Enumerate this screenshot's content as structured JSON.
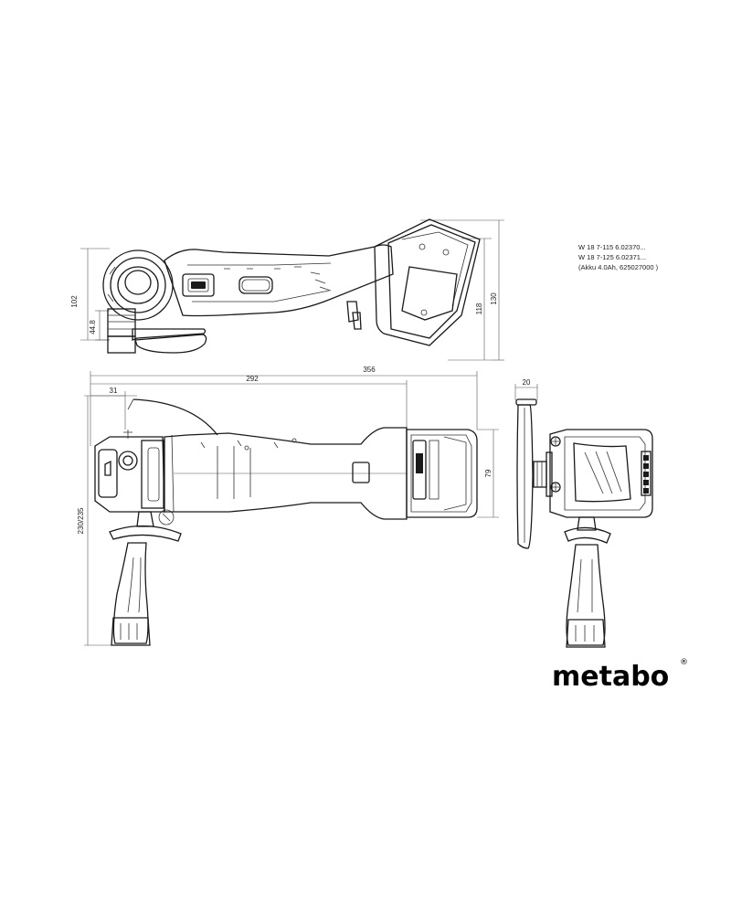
{
  "models": {
    "line1": "W 18 7-115   6.02370...",
    "line2": "W 18 7-125   6.02371...",
    "line3": "(Akku 4.0Ah, 625027000 )"
  },
  "dimensions": {
    "side_height_102": "102",
    "side_height_44_8": "44.8",
    "side_height_118": "118",
    "side_height_130": "130",
    "top_length_356": "356",
    "top_length_292": "292",
    "top_offset_31": "31",
    "top_height_230_235": "230/235",
    "top_width_79": "79",
    "front_width_20": "20"
  },
  "brand": {
    "logo_text": "metabo",
    "registered_mark": "®"
  },
  "colors": {
    "line": "#1a1a1a",
    "dimension_line": "#555555",
    "background": "#ffffff"
  },
  "views": [
    "side-view",
    "top-view",
    "front-view"
  ]
}
